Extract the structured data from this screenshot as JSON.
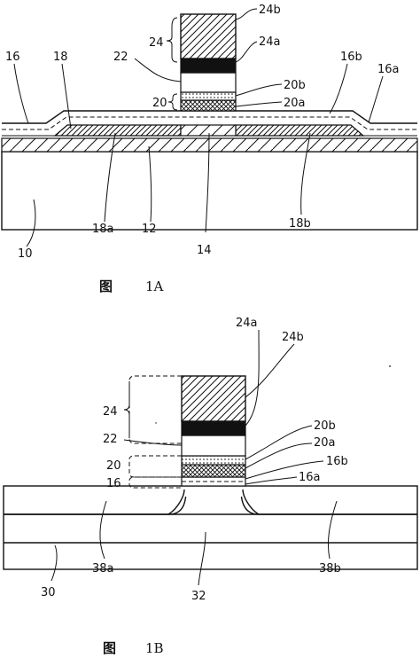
{
  "figure_1a": {
    "caption_char": "图",
    "caption_label": "1A",
    "labels": {
      "l24b": "24b",
      "l24": "24",
      "l24a": "24a",
      "l22": "22",
      "l16": "16",
      "l18": "18",
      "l16b": "16b",
      "l16a": "16a",
      "l20b": "20b",
      "l20": "20",
      "l20a": "20a",
      "l18a": "18a",
      "l12": "12",
      "l14": "14",
      "l18b": "18b",
      "l10": "10"
    }
  },
  "figure_1b": {
    "caption_char": "图",
    "caption_label": "1B",
    "labels": {
      "l24a": "24a",
      "l24b": "24b",
      "l24": "24",
      "l22": "22",
      "l20b": "20b",
      "l20a": "20a",
      "l16b": "16b",
      "l20": "20",
      "l16": "16",
      "l16a": "16a",
      "l38a": "38a",
      "l38b": "38b",
      "l30": "30",
      "l32": "32"
    }
  }
}
